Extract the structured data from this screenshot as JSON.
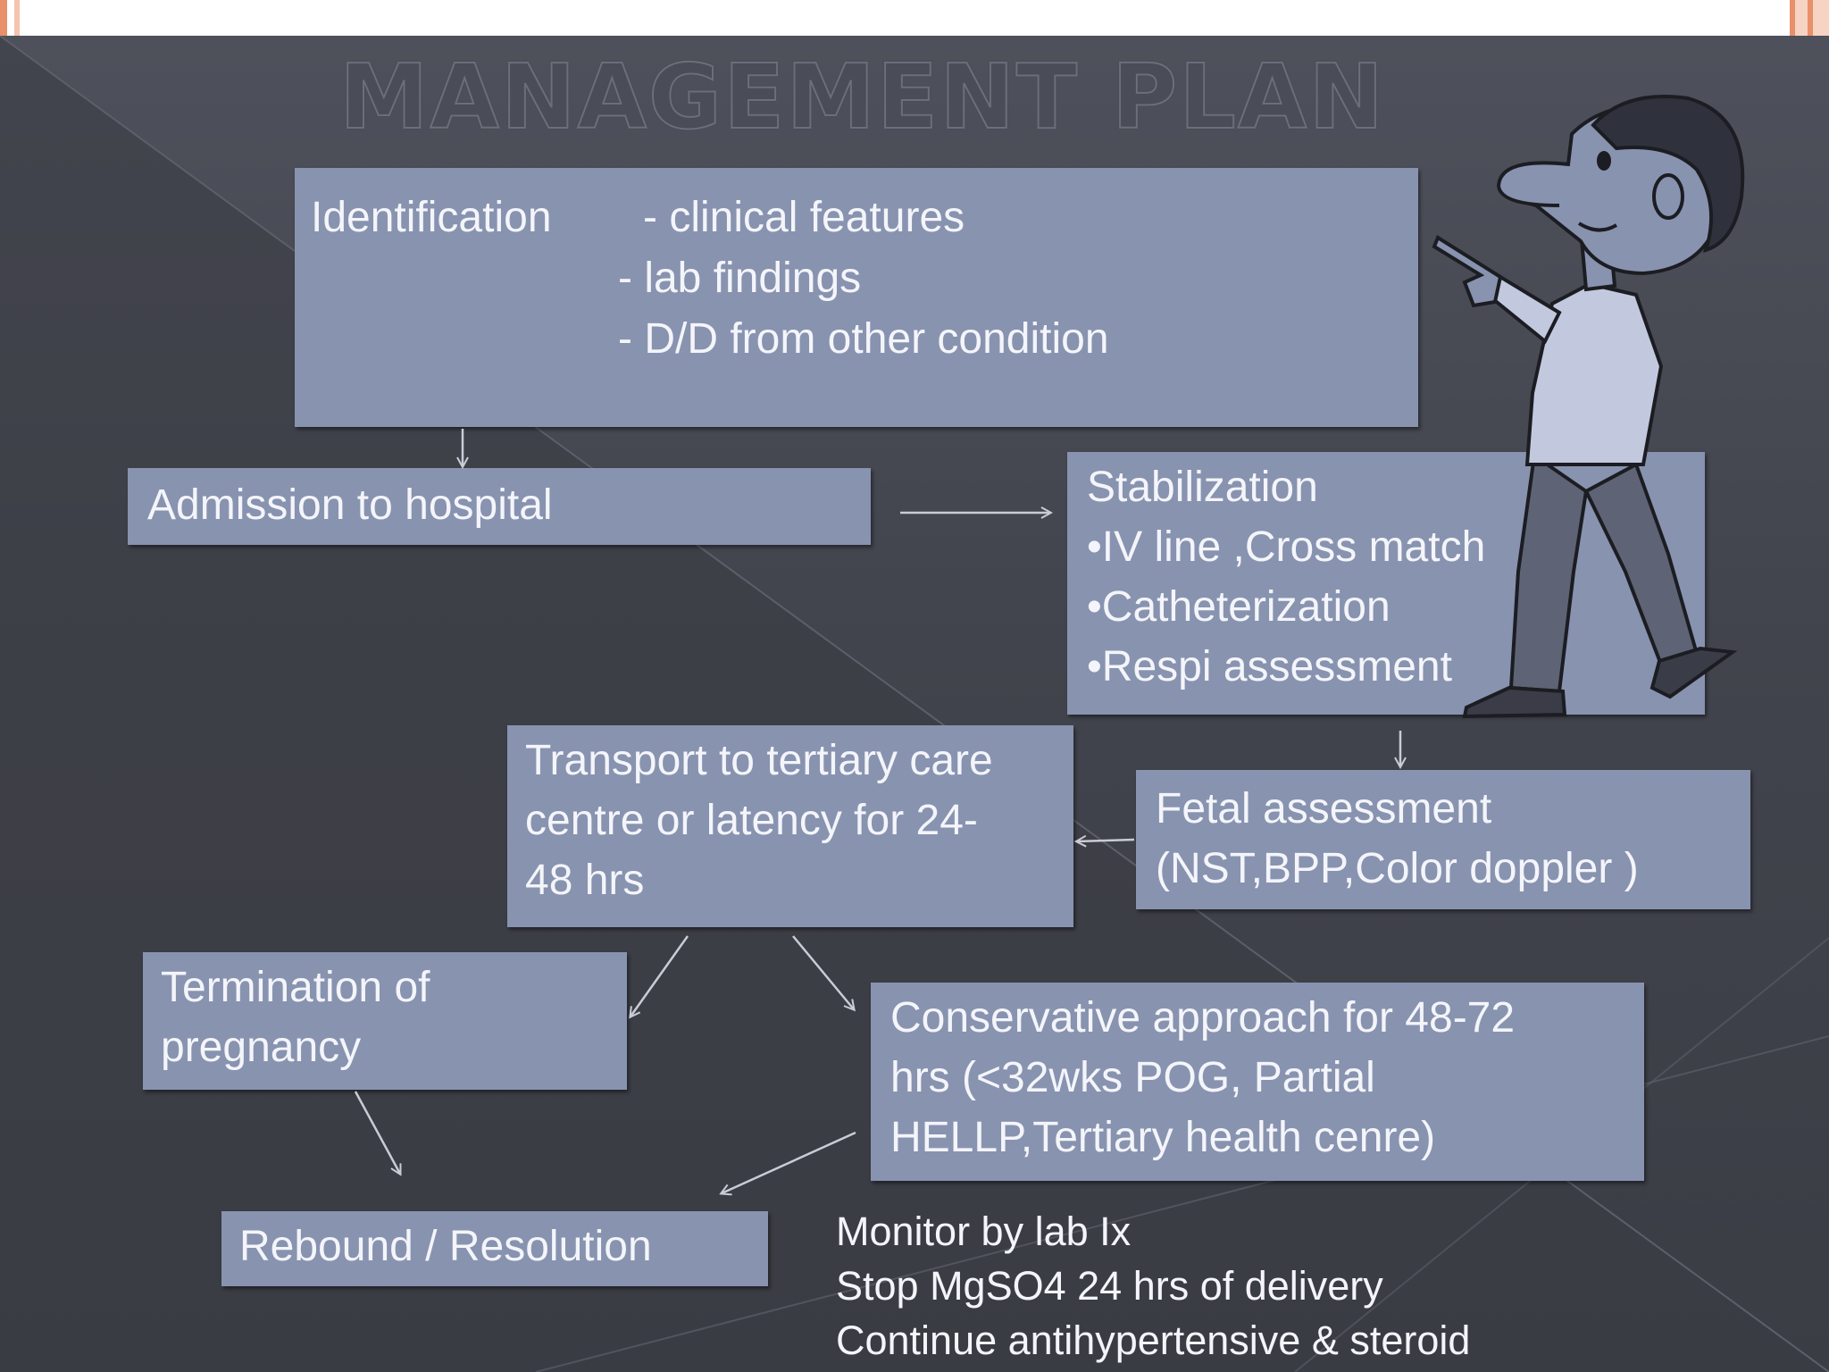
{
  "title": "MANAGEMENT PLAN",
  "boxes": {
    "identification": {
      "heading": "Identification",
      "items": [
        "- clinical features",
        "- lab findings",
        "- D/D from other condition"
      ]
    },
    "admission": {
      "label": "Admission to hospital"
    },
    "stabilization": {
      "heading": "Stabilization",
      "items": [
        "•IV line ,Cross match",
        "•Catheterization",
        "•Respi assessment"
      ]
    },
    "transport": {
      "lines": [
        "Transport to tertiary care",
        "centre or latency for 24-",
        "48 hrs"
      ]
    },
    "fetal": {
      "lines": [
        "Fetal assessment",
        "(NST,BPP,Color doppler )"
      ]
    },
    "termination": {
      "lines": [
        "Termination of",
        "pregnancy"
      ]
    },
    "conservative": {
      "lines": [
        "Conservative approach for 48-72",
        "hrs (<32wks POG, Partial",
        "HELLP,Tertiary health cenre)"
      ]
    },
    "rebound": {
      "label": "Rebound / Resolution"
    }
  },
  "monitor_notes": [
    "Monitor by lab Ix",
    "Stop MgSO4 24 hrs of delivery",
    "Continue antihypertensive & steroid"
  ],
  "colors": {
    "slide_background": "#45474f",
    "box_fill": "#8893b0",
    "box_text": "#f4f5fa",
    "arrow": "#c9ccd6"
  },
  "icons": {
    "character": "pointing-cartoon-man"
  }
}
